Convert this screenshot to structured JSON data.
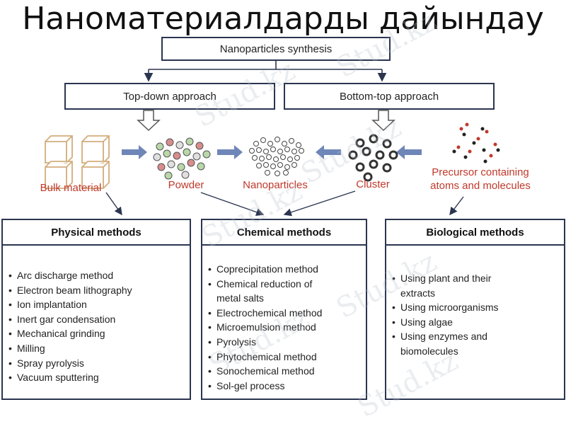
{
  "title": "Наноматериалдарды дайындау",
  "diagram": {
    "root": "Nanoparticles synthesis",
    "top_down": "Top-down approach",
    "bottom_up": "Bottom-top approach",
    "labels": {
      "bulk": "Bulk material",
      "powder": "Powder",
      "nanoparticles": "Nanoparticles",
      "cluster": "Cluster",
      "precursor_line1": "Precursor containing",
      "precursor_line2": "atoms and molecules"
    },
    "panels": [
      {
        "title": "Physical methods",
        "items": [
          "Arc discharge method",
          "Electron beam lithography",
          "Ion implantation",
          "Inert gar condensation",
          "Mechanical grinding",
          "Milling",
          "Spray pyrolysis",
          "Vacuum sputtering"
        ]
      },
      {
        "title": "Chemical methods",
        "items": [
          "Coprecipitation method",
          "Chemical reduction of metal salts",
          "Electrochemical method",
          "Microemulsion method",
          "Pyrolysis",
          "Phytochemical method",
          "Sonochemical method",
          "Sol-gel process"
        ]
      },
      {
        "title": "Biological methods",
        "items": [
          "Using plant and their extracts",
          "Using microorganisms",
          "Using algae",
          "Using enzymes and biomolecules"
        ]
      }
    ]
  },
  "watermark": "Stud.kz",
  "colors": {
    "border": "#2b3550",
    "accent_red": "#c0392b",
    "arrow_blue": "#6f86b8",
    "cube": "#d9b98a"
  }
}
